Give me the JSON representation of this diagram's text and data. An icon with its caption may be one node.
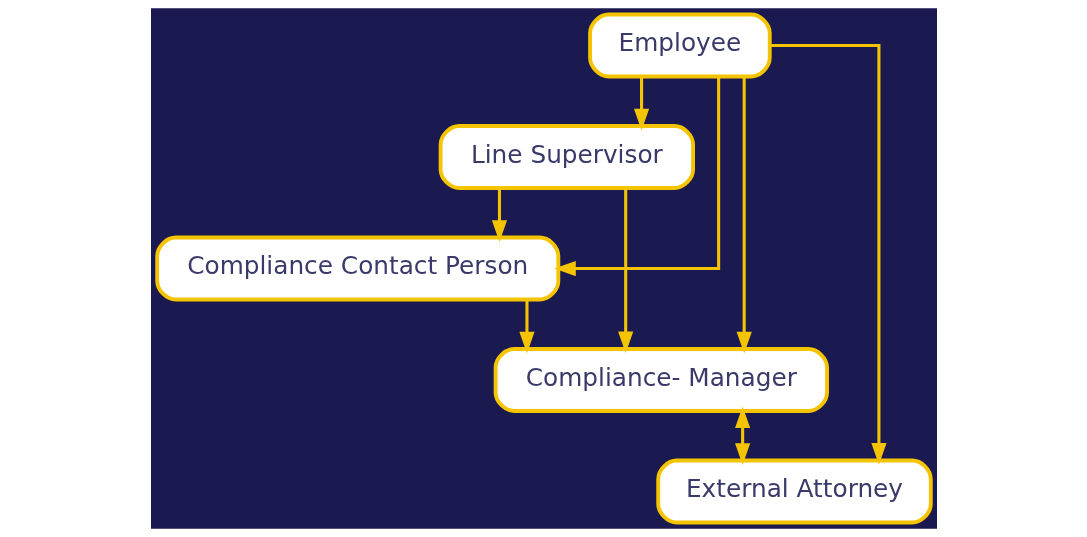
{
  "diagram": {
    "nodes": [
      {
        "text": [
          "Employee"
        ]
      },
      {
        "text": [
          "Line Supervisor"
        ]
      },
      {
        "text": [
          "Compliance Contact Person"
        ]
      },
      {
        "text": [
          "Compliance- Manager"
        ]
      },
      {
        "text": [
          "External Attorney"
        ]
      }
    ],
    "edges": [
      {
        "from": 0,
        "to": 1,
        "arrow": "to"
      },
      {
        "from": 0,
        "to": 2,
        "arrow": "to"
      },
      {
        "from": 0,
        "to": 3,
        "arrow": "to"
      },
      {
        "from": 0,
        "to": 4,
        "arrow": "to"
      },
      {
        "from": 1,
        "to": 2,
        "arrow": "to"
      },
      {
        "from": 1,
        "to": 3,
        "arrow": "to"
      },
      {
        "from": 2,
        "to": 3,
        "arrow": "to"
      },
      {
        "from": 3,
        "to": 4,
        "arrow": "both"
      }
    ]
  }
}
